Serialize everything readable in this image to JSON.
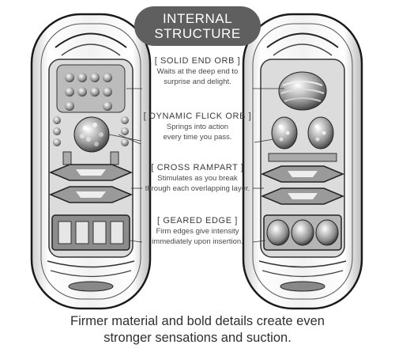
{
  "title": {
    "line1": "INTERNAL",
    "line2": "STRUCTURE"
  },
  "callouts": [
    {
      "heading": "[ SOLID END ORB ]",
      "line1": "Waits at the deep end to",
      "line2": "surprise and delight."
    },
    {
      "heading": "[ DYNAMIC FLICK ORB ]",
      "line1": "Springs into action",
      "line2": "every time you pass."
    },
    {
      "heading": "[ CROSS RAMPART ]",
      "line1": "Stimulates as you break",
      "line2": "through each overlapping layer."
    },
    {
      "heading": "[ GEARED EDGE ]",
      "line1": "Firm edges give intensity",
      "line2": "immediately upon insertion."
    }
  ],
  "caption": {
    "line1": "Firmer material and bold details create even",
    "line2": "stronger sensations and suction."
  },
  "colors": {
    "pill": "#5f5f5f",
    "text": "#3a3a3a",
    "outline": "#1a1a1a"
  }
}
